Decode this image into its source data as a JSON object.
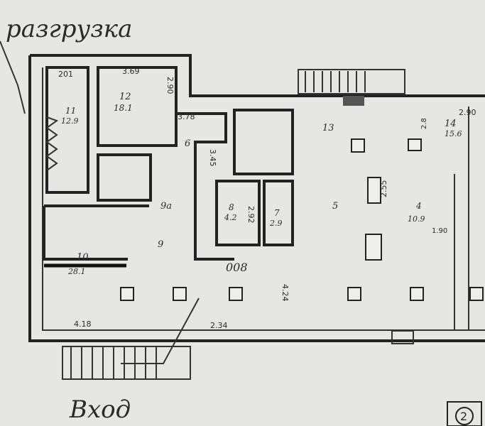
{
  "annotations": {
    "top_handwritten": "разгрузка",
    "bottom_handwritten": "Вход",
    "corner_marker": "2"
  },
  "rooms": [
    {
      "number": "",
      "area": "201"
    },
    {
      "number": "12",
      "area": "18.1"
    },
    {
      "number": "",
      "area": "3.69"
    },
    {
      "number": "11",
      "area": "12.9"
    },
    {
      "number": "",
      "area": "2.90"
    },
    {
      "number": "6",
      "area": ""
    },
    {
      "number": "",
      "area": "3.78"
    },
    {
      "number": "",
      "area": "3.45"
    },
    {
      "number": "13",
      "area": ""
    },
    {
      "number": "9a",
      "area": ""
    },
    {
      "number": "9",
      "area": ""
    },
    {
      "number": "8",
      "area": "4.2"
    },
    {
      "number": "",
      "area": "2.92"
    },
    {
      "number": "7",
      "area": "2.9"
    },
    {
      "number": "5",
      "area": ""
    },
    {
      "number": "4",
      "area": "10.9"
    },
    {
      "number": "",
      "area": "2.55"
    },
    {
      "number": "14",
      "area": "15.6"
    },
    {
      "number": "",
      "area": "2.90"
    },
    {
      "number": "10",
      "area": "28.1"
    },
    {
      "number": "",
      "area": "4.18"
    },
    {
      "number": "",
      "area": "2.34"
    },
    {
      "number": "",
      "area": "4.24"
    },
    {
      "number": "",
      "area": "1.90"
    },
    {
      "number": "",
      "area": "2.8"
    }
  ],
  "notes": {
    "center_note": "008"
  }
}
